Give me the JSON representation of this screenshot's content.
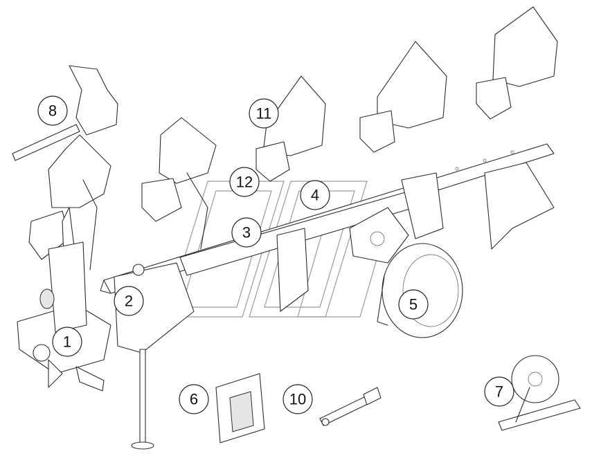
{
  "callouts": [
    {
      "id": "1",
      "label": "1"
    },
    {
      "id": "2",
      "label": "2"
    },
    {
      "id": "3",
      "label": "3"
    },
    {
      "id": "4",
      "label": "4"
    },
    {
      "id": "5",
      "label": "5"
    },
    {
      "id": "6",
      "label": "6"
    },
    {
      "id": "7",
      "label": "7"
    },
    {
      "id": "8",
      "label": "8"
    },
    {
      "id": "10",
      "label": "10"
    },
    {
      "id": "11",
      "label": "11"
    },
    {
      "id": "12",
      "label": "12"
    }
  ],
  "colors": {
    "line": "#2b2b2b",
    "watermark": "#9a9a9a",
    "background": "#ffffff"
  }
}
